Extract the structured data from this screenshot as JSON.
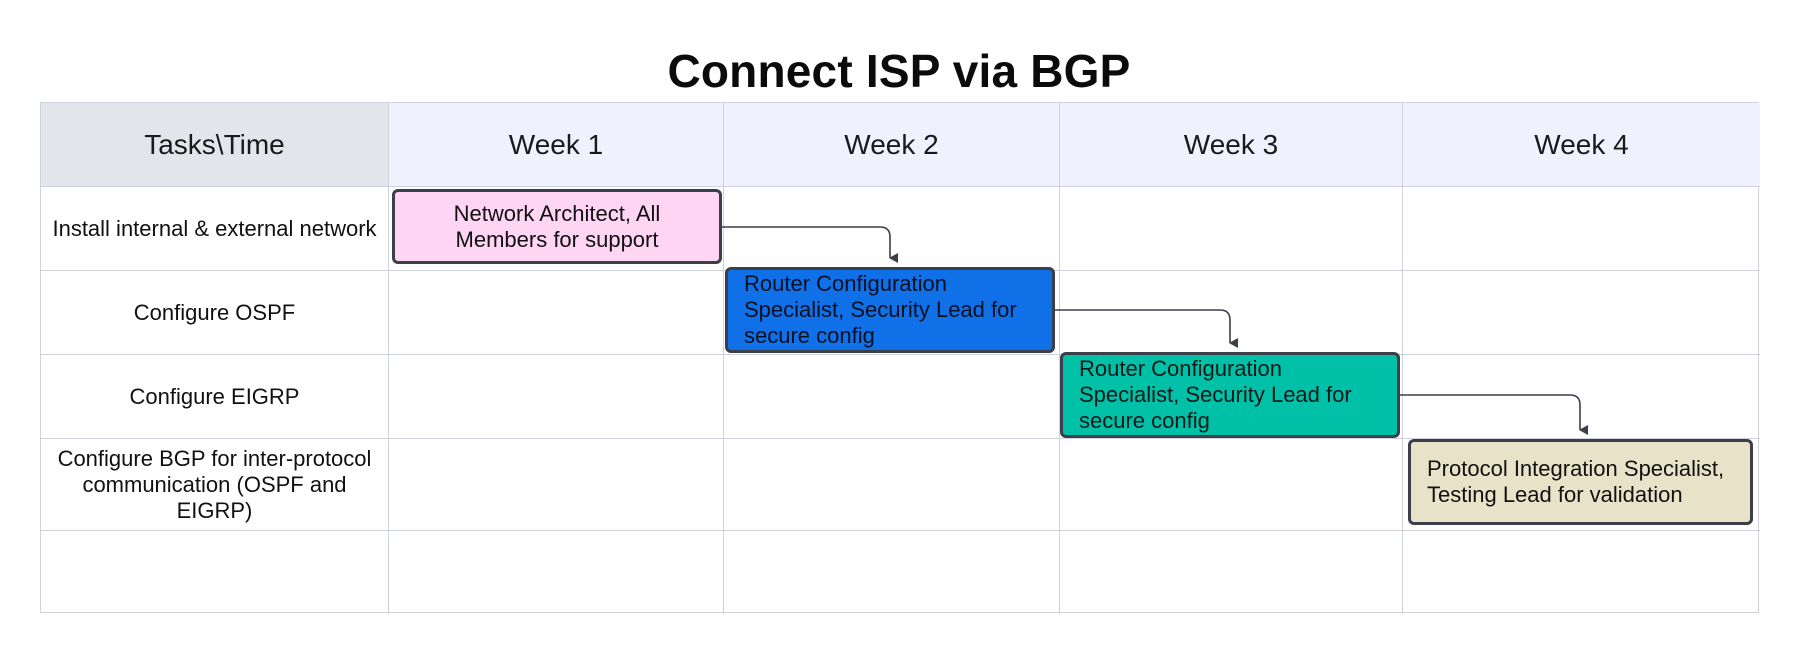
{
  "title": "Connect ISP via BGP",
  "header": {
    "corner": "Tasks\\Time",
    "weeks": [
      "Week 1",
      "Week 2",
      "Week 3",
      "Week 4"
    ]
  },
  "rows": [
    "Install internal & external network",
    "Configure OSPF",
    "Configure EIGRP",
    "Configure BGP for inter-protocol communication (OSPF and EIGRP)",
    ""
  ],
  "tasks": [
    {
      "text": "Network Architect, All Members for support",
      "color": "#ffd5f4",
      "text_color": "#111111"
    },
    {
      "text": "Router Configuration Specialist, Security Lead for secure config",
      "color": "#1070e8",
      "text_color": "#0b1020"
    },
    {
      "text": "Router Configuration Specialist, Security Lead for secure config",
      "color": "#00c0a8",
      "text_color": "#0b1a18"
    },
    {
      "text": "Protocol Integration Specialist, Testing Lead for validation",
      "color": "#e8e2c8",
      "text_color": "#111111"
    }
  ],
  "colors": {
    "grid_line": "#cfd2dc",
    "header_corner_bg": "#e2e5ea",
    "header_week_bg": "#f0f1fe",
    "task_border": "#3a3f4a",
    "connector": "#3a3f4a"
  }
}
